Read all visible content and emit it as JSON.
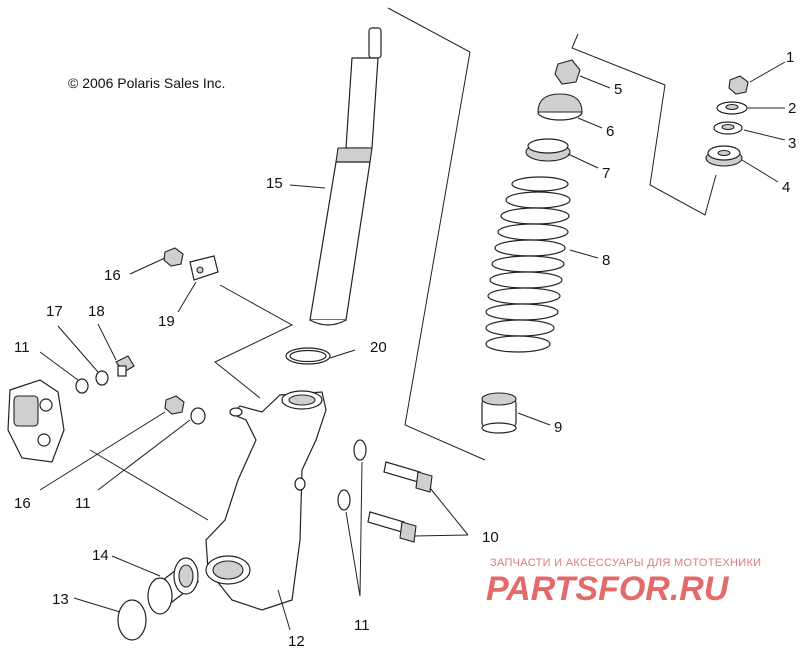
{
  "copyright": "© 2006 Polaris Sales Inc.",
  "watermark": {
    "tagline": "ЗАПЧАСТИ И АКСЕССУАРЫ ДЛЯ МОТОТЕХНИКИ",
    "site": "PARTSFOR.RU"
  },
  "callouts": {
    "p1": "1",
    "p2": "2",
    "p3": "3",
    "p4": "4",
    "p5": "5",
    "p6": "6",
    "p7": "7",
    "p8": "8",
    "p9": "9",
    "p10": "10",
    "p11a": "11",
    "p11b": "11",
    "p11c": "11",
    "p12": "12",
    "p13": "13",
    "p14": "14",
    "p15": "15",
    "p16a": "16",
    "p16b": "16",
    "p17": "17",
    "p18": "18",
    "p19": "19",
    "p20": "20"
  }
}
